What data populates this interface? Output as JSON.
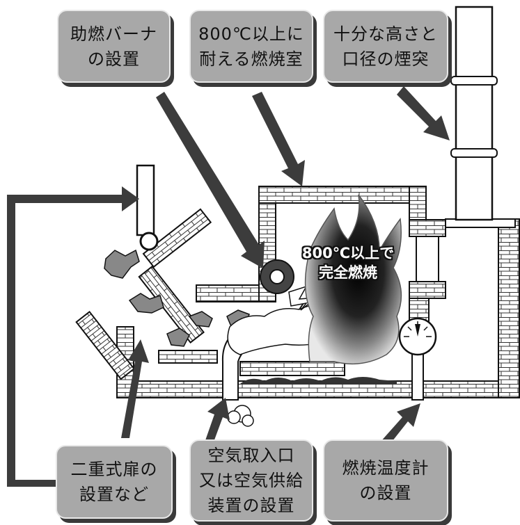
{
  "labels": {
    "burner": {
      "line1": "助燃バーナ",
      "line2": "の設置"
    },
    "chamber": {
      "line1": "800℃以上に",
      "line2": "耐える燃焼室"
    },
    "chimney": {
      "line1": "十分な高さと",
      "line2": "口径の煙突"
    },
    "door": {
      "line1": "二重式扉の",
      "line2": "設置など"
    },
    "air": {
      "line1": "空気取入口",
      "line2": "又は空気供給",
      "line3": "装置の設置"
    },
    "temp": {
      "line1": "燃焼温度計",
      "line2": "の設置"
    }
  },
  "flame_text": {
    "line1": "800℃以上で",
    "line2": "完全燃焼"
  },
  "colors": {
    "label_fill": "#a8a8a8",
    "label_shadow": "#3a3a3a",
    "brick_line": "#333333",
    "arrow": "#3c3c3c",
    "flame_dark": "#111111"
  }
}
